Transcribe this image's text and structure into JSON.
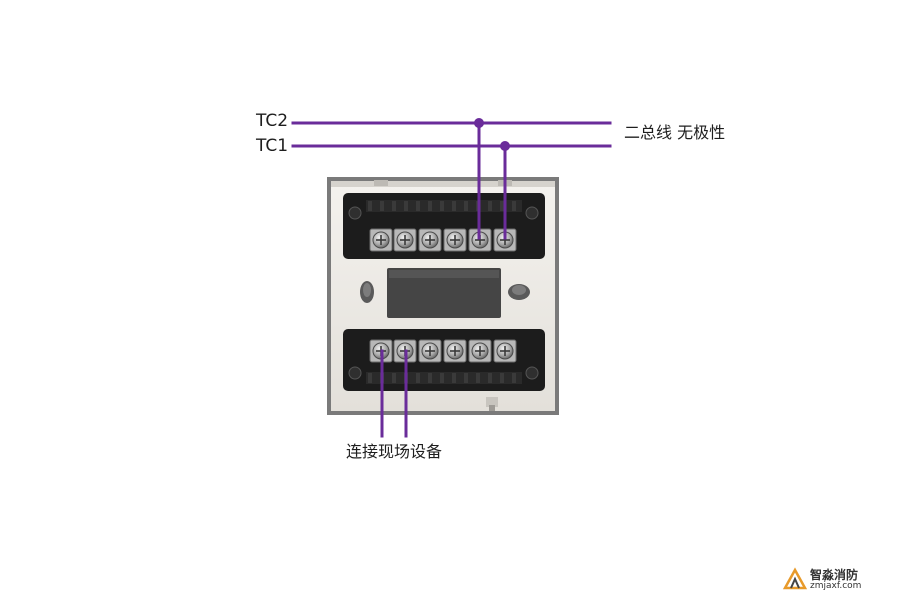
{
  "labels": {
    "tc2": "TC2",
    "tc1": "TC1",
    "bus": "二总线 无极性",
    "field": "连接现场设备"
  },
  "logo": {
    "name": "智淼消防",
    "url": "zmjaxf.com"
  },
  "colors": {
    "wire": "#6a2c9a",
    "device_frame": "#7a7a7a",
    "device_face": "#ece9e4",
    "terminal_block": "#1c1c1c",
    "logo_accent": "#e89a2a"
  },
  "icons": [
    "screw-terminal-icon",
    "logo-mark-icon"
  ]
}
